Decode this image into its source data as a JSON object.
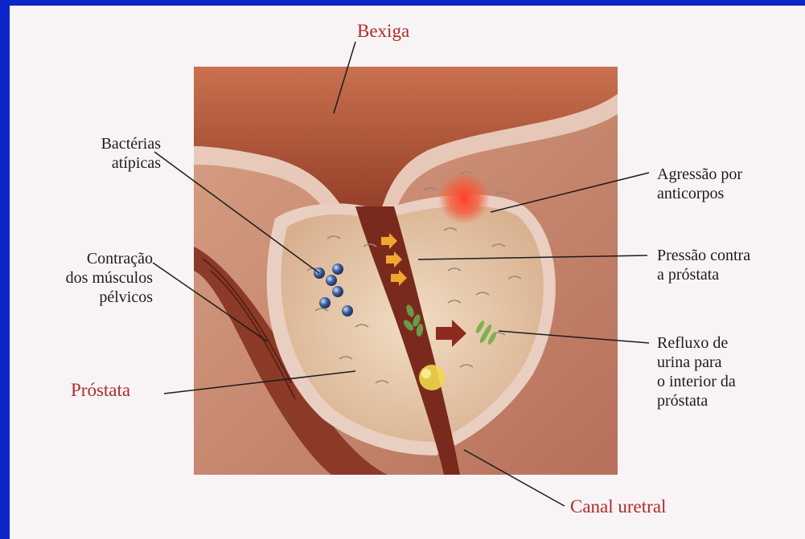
{
  "labels": {
    "bladder": "Bexiga",
    "atypical_bacteria": "Bactérias\natípicas",
    "pelvic_muscle_contraction": "Contração\ndos músculos\npélvicos",
    "prostate": "Próstata",
    "antibody_aggression": "Agressão por\nanticorpos",
    "pressure_against_prostate": "Pressão contra\na próstata",
    "urine_reflux": "Refluxo de\nurina para\no interior da\npróstata",
    "urethral_canal": "Canal uretral"
  },
  "colors": {
    "frame": "#0d24c8",
    "page": "#f8f4f5",
    "highlight_text": "#b02a2c",
    "tissue": "#8f3d2a",
    "gland": "#e7c8a9",
    "arrow": "#f2a630"
  }
}
